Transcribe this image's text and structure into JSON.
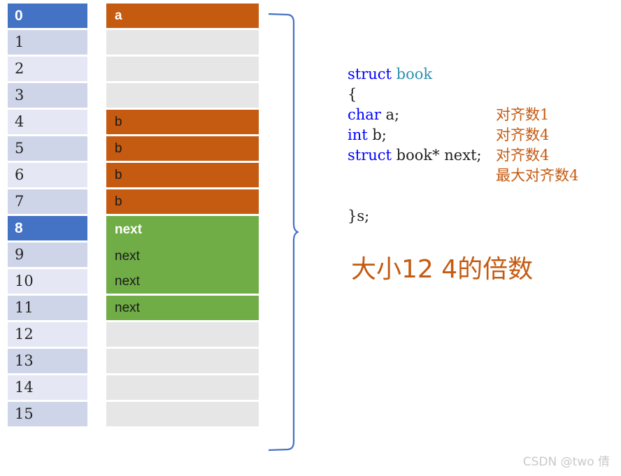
{
  "memory_table": {
    "title": "struct book memory layout",
    "rows": [
      {
        "index": "0",
        "index_highlight": true,
        "label": "a",
        "fill": "orange",
        "first_of_field": true,
        "merge_down": false
      },
      {
        "index": "1",
        "index_highlight": false,
        "label": "",
        "fill": "empty",
        "first_of_field": false,
        "merge_down": false
      },
      {
        "index": "2",
        "index_highlight": false,
        "label": "",
        "fill": "empty",
        "first_of_field": false,
        "merge_down": false
      },
      {
        "index": "3",
        "index_highlight": false,
        "label": "",
        "fill": "empty",
        "first_of_field": false,
        "merge_down": false
      },
      {
        "index": "4",
        "index_highlight": false,
        "label": "b",
        "fill": "orange",
        "first_of_field": false,
        "merge_down": false
      },
      {
        "index": "5",
        "index_highlight": false,
        "label": "b",
        "fill": "orange",
        "first_of_field": false,
        "merge_down": false
      },
      {
        "index": "6",
        "index_highlight": false,
        "label": "b",
        "fill": "orange",
        "first_of_field": false,
        "merge_down": false
      },
      {
        "index": "7",
        "index_highlight": false,
        "label": "b",
        "fill": "orange",
        "first_of_field": false,
        "merge_down": false
      },
      {
        "index": "8",
        "index_highlight": true,
        "label": "next",
        "fill": "green",
        "first_of_field": true,
        "merge_down": true
      },
      {
        "index": "9",
        "index_highlight": false,
        "label": "next",
        "fill": "green",
        "first_of_field": false,
        "merge_down": true
      },
      {
        "index": "10",
        "index_highlight": false,
        "label": "next",
        "fill": "green",
        "first_of_field": false,
        "merge_down": false
      },
      {
        "index": "11",
        "index_highlight": false,
        "label": "next",
        "fill": "green",
        "first_of_field": false,
        "merge_down": false
      },
      {
        "index": "12",
        "index_highlight": false,
        "label": "",
        "fill": "empty",
        "first_of_field": false,
        "merge_down": false
      },
      {
        "index": "13",
        "index_highlight": false,
        "label": "",
        "fill": "empty",
        "first_of_field": false,
        "merge_down": false
      },
      {
        "index": "14",
        "index_highlight": false,
        "label": "",
        "fill": "empty",
        "first_of_field": false,
        "merge_down": false
      },
      {
        "index": "15",
        "index_highlight": false,
        "label": "",
        "fill": "empty",
        "first_of_field": false,
        "merge_down": false
      }
    ]
  },
  "brace": {
    "name": "struct-extent-brace",
    "color": "#4472c4"
  },
  "code": {
    "lines": [
      {
        "kw": "struct ",
        "type": "book",
        "plain": "",
        "annotation": ""
      },
      {
        "kw": "",
        "type": "",
        "plain": "{",
        "annotation": ""
      },
      {
        "kw": "char ",
        "type": "",
        "plain": "a;",
        "annotation": "对齐数1"
      },
      {
        "kw": "int ",
        "type": "",
        "plain": "b;",
        "annotation": "对齐数4"
      },
      {
        "kw": "struct ",
        "type": "",
        "plain": "book* next;",
        "annotation": "对齐数4"
      },
      {
        "kw": "",
        "type": "",
        "plain": "",
        "annotation": "最大对齐数4"
      },
      {
        "kw": "",
        "type": "",
        "plain": "",
        "annotation": ""
      },
      {
        "kw": "",
        "type": "",
        "plain": "}s;",
        "annotation": ""
      }
    ]
  },
  "size_note": {
    "text": "大小12 4的倍数"
  },
  "watermark": {
    "text": "CSDN @two 倩"
  },
  "colors": {
    "highlight_blue": "#4472c4",
    "row_shade_a": "#cfd5e9",
    "row_shade_b": "#e5e8f4",
    "field_orange": "#c55a11",
    "field_green": "#70ad47",
    "empty_gray": "#e6e6e6",
    "keyword_blue": "#0000ff",
    "type_teal": "#2b91af",
    "annotation_orange": "#c55a11"
  }
}
